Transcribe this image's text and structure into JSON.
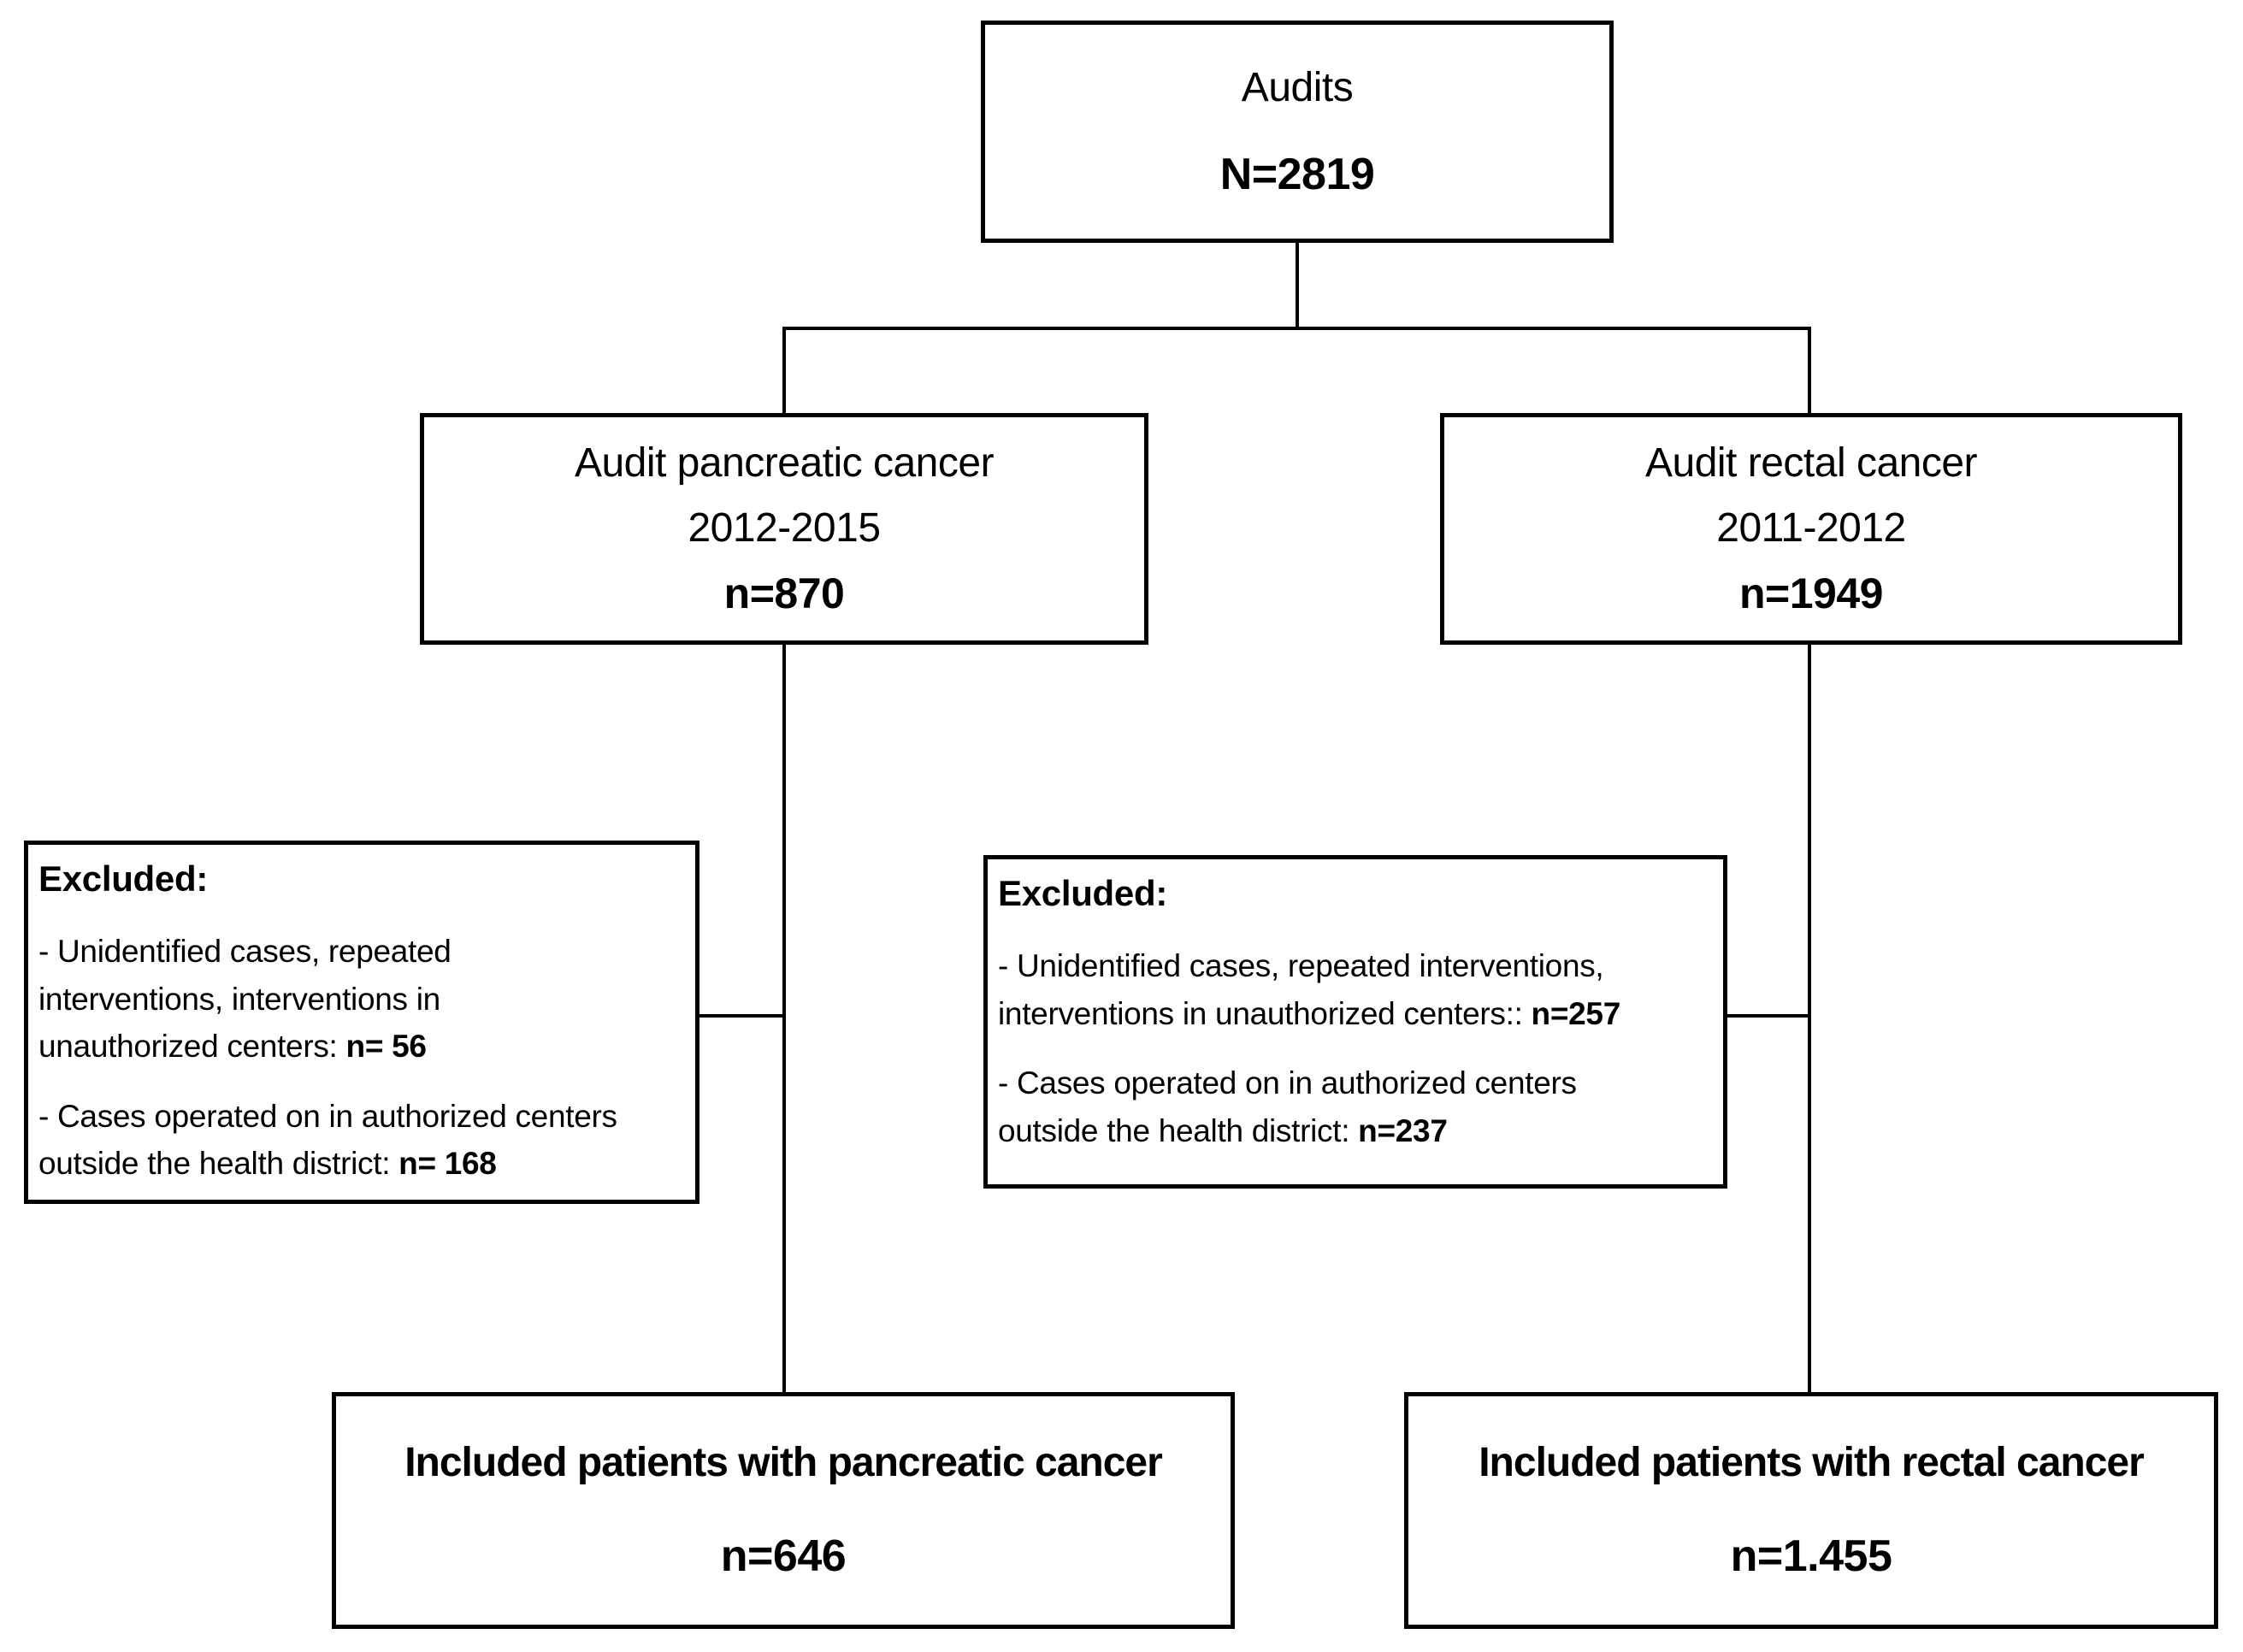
{
  "colors": {
    "background": "#ffffff",
    "box_border": "#000000",
    "text": "#000000"
  },
  "flowchart": {
    "audits": {
      "title": "Audits",
      "count": "N=2819"
    },
    "audit_pancreatic": {
      "title": "Audit pancreatic cancer",
      "period": "2012-2015",
      "count": "n=870"
    },
    "audit_rectal": {
      "title": "Audit rectal cancer",
      "period": "2011-2012",
      "count": "n=1949"
    },
    "excluded_pancreatic": {
      "heading": "Excluded:",
      "item1": {
        "line1": "- Unidentified cases, repeated",
        "line2": "interventions, interventions in",
        "line3_prefix": "unauthorized centers: ",
        "line3_value": "n= 56"
      },
      "item2": {
        "line1": "- Cases operated on in authorized centers",
        "line2_prefix": "outside the health district: ",
        "line2_value": "n= 168"
      }
    },
    "excluded_rectal": {
      "heading": "Excluded:",
      "item1": {
        "line1": "- Unidentified cases, repeated interventions,",
        "line2_prefix": "interventions in unauthorized centers:: ",
        "line2_value": "n=257"
      },
      "item2": {
        "line1": "- Cases operated on in authorized centers",
        "line2_prefix": "outside the health district: ",
        "line2_value": "n=237"
      }
    },
    "included_pancreatic": {
      "title": "Included patients with pancreatic cancer",
      "count": "n=646"
    },
    "included_rectal": {
      "title": "Included patients with rectal cancer",
      "count": "n=1.455"
    }
  }
}
